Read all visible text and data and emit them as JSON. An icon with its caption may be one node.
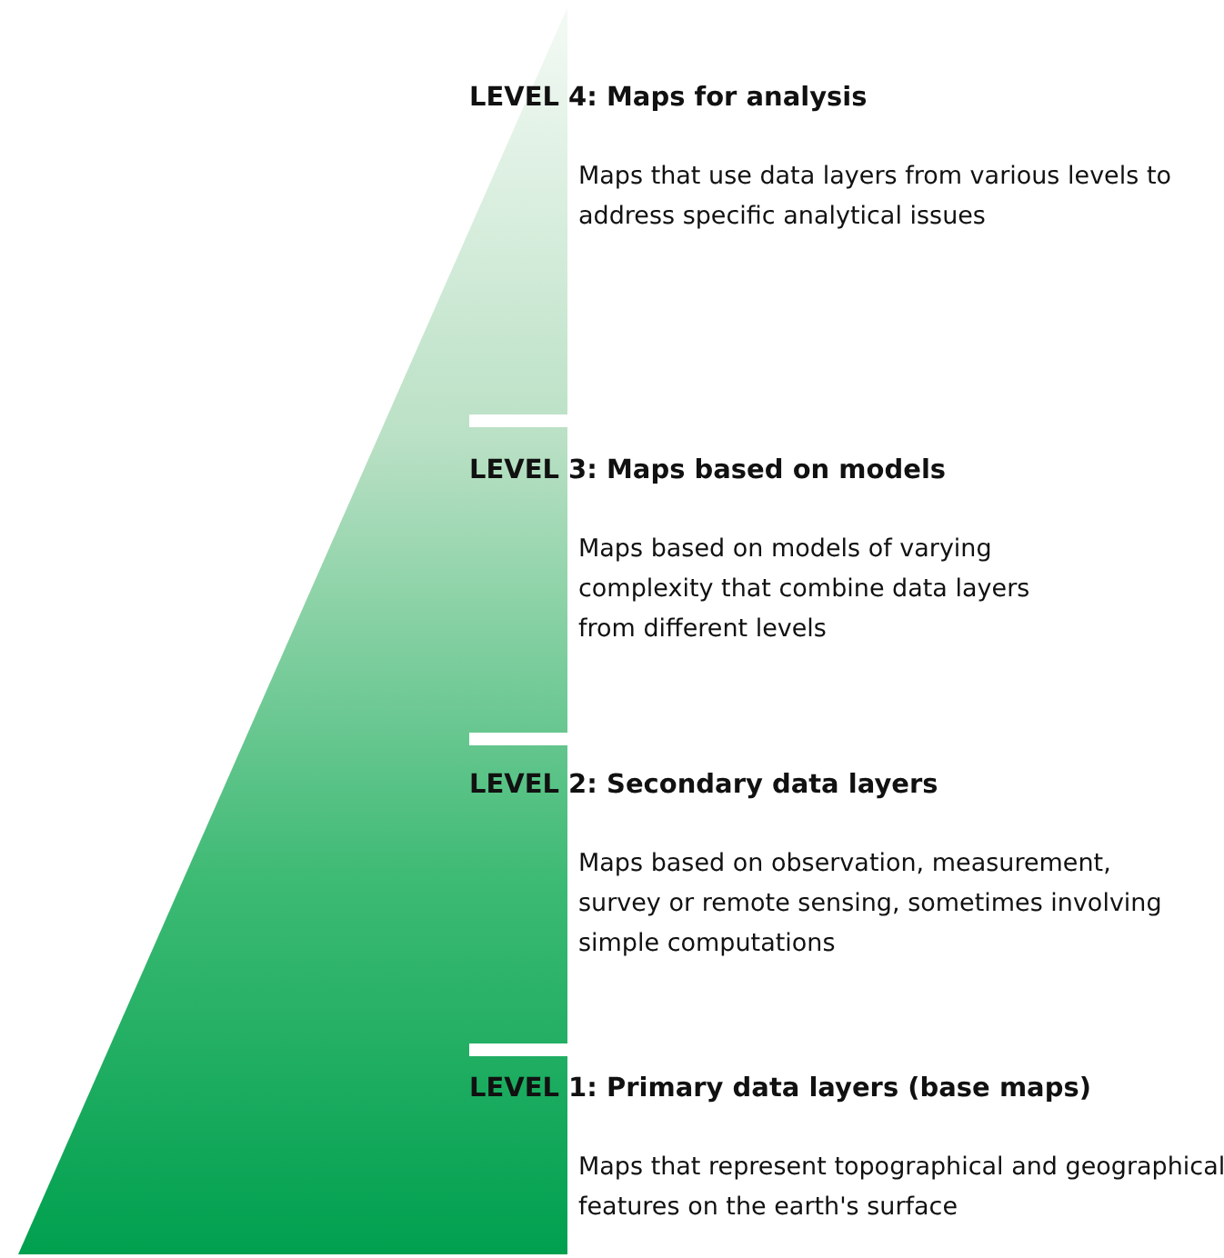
{
  "diagram": {
    "nodes": [
      {
        "text": [
          "LEVEL 4: Maps for analysis",
          "Maps that use data layers from various levels to address specific analytical issues"
        ]
      },
      {
        "text": [
          "LEVEL 3: Maps based on models",
          "Maps based on models of varying complexity that combine data layers from different levels"
        ]
      },
      {
        "text": [
          "LEVEL 2: Secondary data layers",
          "Maps based on observation, measurement, survey or remote sensing, sometimes involving simple computations"
        ]
      },
      {
        "text": [
          "LEVEL 1: Primary data layers (base maps)",
          "Maps that represent topographical and geographical features on the earth's surface"
        ]
      }
    ]
  }
}
